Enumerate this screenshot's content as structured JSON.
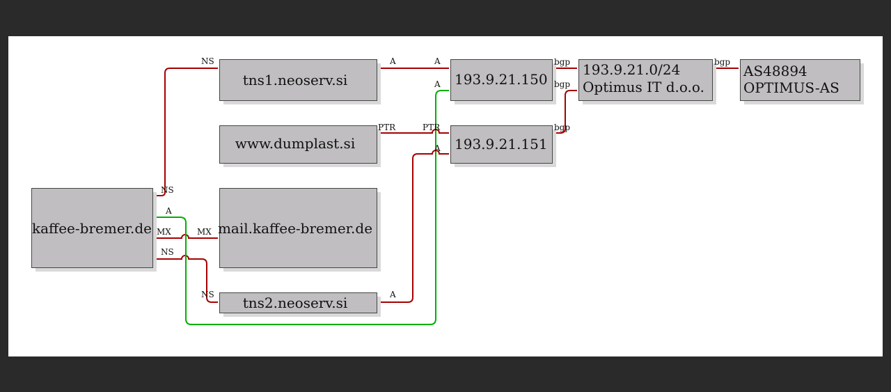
{
  "colors": {
    "background": "#2a2a2a",
    "canvas": "#ffffff",
    "node_fill": "#c0bec0",
    "node_border": "#444444",
    "node_shadow": "#d9d9d9",
    "edge_red": "#a40000",
    "edge_green": "#00b000"
  },
  "nodes": [
    {
      "id": "kaffee",
      "lines": [
        "kaffee-bremer.de"
      ]
    },
    {
      "id": "tns1",
      "lines": [
        "tns1.neoserv.si"
      ]
    },
    {
      "id": "www",
      "lines": [
        "www.dumplast.si"
      ]
    },
    {
      "id": "mail",
      "lines": [
        "mail.kaffee-bremer.de"
      ]
    },
    {
      "id": "tns2",
      "lines": [
        "tns2.neoserv.si"
      ]
    },
    {
      "id": "ip150",
      "lines": [
        "193.9.21.150"
      ]
    },
    {
      "id": "ip151",
      "lines": [
        "193.9.21.151"
      ]
    },
    {
      "id": "net",
      "lines": [
        "193.9.21.0/24",
        "Optimus IT d.o.o."
      ]
    },
    {
      "id": "as",
      "lines": [
        "AS48894",
        "OPTIMUS-AS"
      ]
    }
  ],
  "edges": [
    {
      "id": "kaffee-tns1",
      "labels": [
        "NS",
        "NS"
      ]
    },
    {
      "id": "kaffee-mail",
      "labels": [
        "MX",
        "MX"
      ]
    },
    {
      "id": "kaffee-tns2",
      "labels": [
        "NS",
        "NS"
      ]
    },
    {
      "id": "kaffee-ip150",
      "labels": [
        "A",
        "A"
      ]
    },
    {
      "id": "tns1-ip150",
      "labels": [
        "A",
        "A"
      ]
    },
    {
      "id": "www-ip151",
      "labels": [
        "PTR",
        "PTR"
      ]
    },
    {
      "id": "tns2-ip151",
      "labels": [
        "A",
        "A"
      ]
    },
    {
      "id": "ip150-net",
      "labels": [
        "bgp",
        "bgp"
      ]
    },
    {
      "id": "ip151-net",
      "labels": [
        "bgp",
        "bgp"
      ]
    },
    {
      "id": "net-as",
      "labels": [
        "bgp",
        "bgp"
      ]
    }
  ]
}
